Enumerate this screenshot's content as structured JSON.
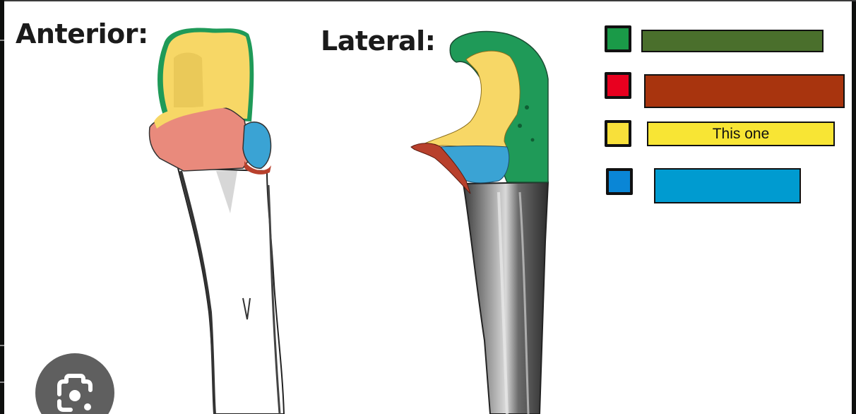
{
  "labels": {
    "anterior": "Anterior:",
    "lateral": "Lateral:"
  },
  "legend": {
    "items": [
      {
        "swatch_color": "#1a9a48",
        "bar_color": "#4a6f2c",
        "label": ""
      },
      {
        "swatch_color": "#e8001f",
        "bar_color": "#a8340e",
        "label": ""
      },
      {
        "swatch_color": "#f8e03a",
        "bar_color": "#f8e534",
        "label": "This one"
      },
      {
        "swatch_color": "#0a86d6",
        "bar_color": "#009bd0",
        "label": ""
      }
    ]
  },
  "region_colors": {
    "green": "#1f9a58",
    "yellow": "#f7d766",
    "red": "#e98a7c",
    "blue": "#3aa3d4",
    "dark_red": "#b8402c"
  },
  "overlay": {
    "lens_button": "google-lens-icon"
  }
}
